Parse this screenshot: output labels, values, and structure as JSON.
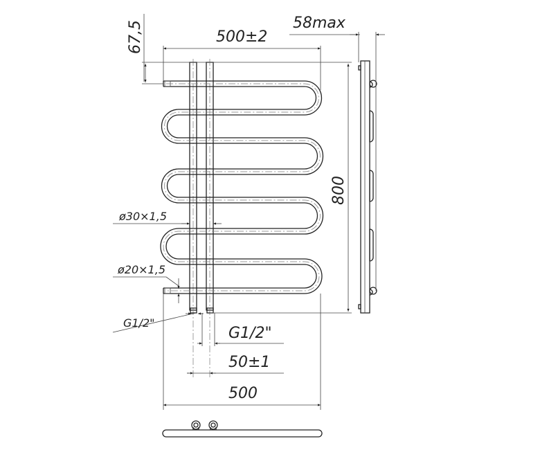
{
  "dimensions": {
    "top_offset": "67,5",
    "width_tolerance": "500±2",
    "depth_max": "58max",
    "height": "800",
    "main_pipe": "ø30×1,5",
    "loop_pipe": "ø20×1,5",
    "thread_left": "G1/2\"",
    "thread_right": "G1/2\"",
    "connection_spacing": "50±1",
    "width_total": "500"
  }
}
